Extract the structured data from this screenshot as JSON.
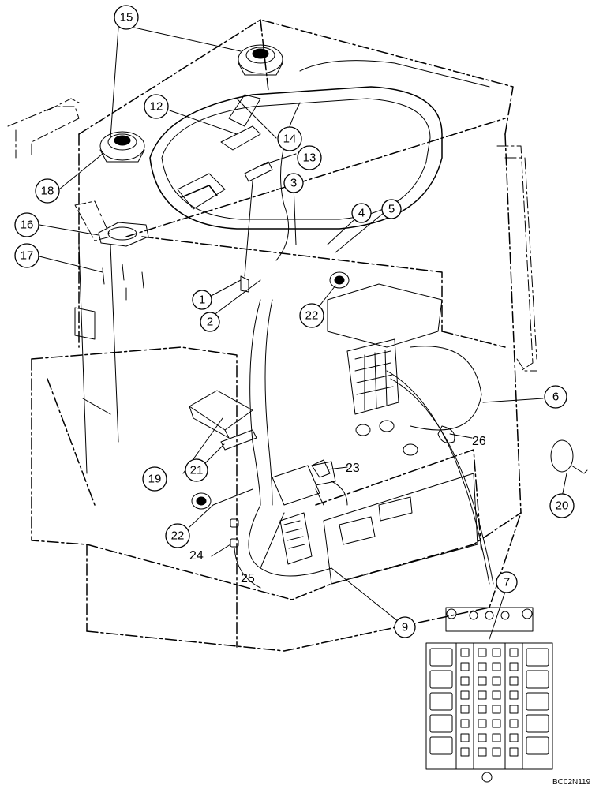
{
  "diagram": {
    "figure_code": "BC02N119",
    "callouts": {
      "c1": "1",
      "c2": "2",
      "c3": "3",
      "c4": "4",
      "c5": "5",
      "c6": "6",
      "c7": "7",
      "c9": "9",
      "c12": "12",
      "c13": "13",
      "c14": "14",
      "c15": "15",
      "c16": "16",
      "c17": "17",
      "c18": "18",
      "c19": "19",
      "c20": "20",
      "c21": "21",
      "c22a": "22",
      "c22b": "22",
      "c23": "23",
      "c24": "24",
      "c25": "25",
      "c26": "26"
    }
  }
}
